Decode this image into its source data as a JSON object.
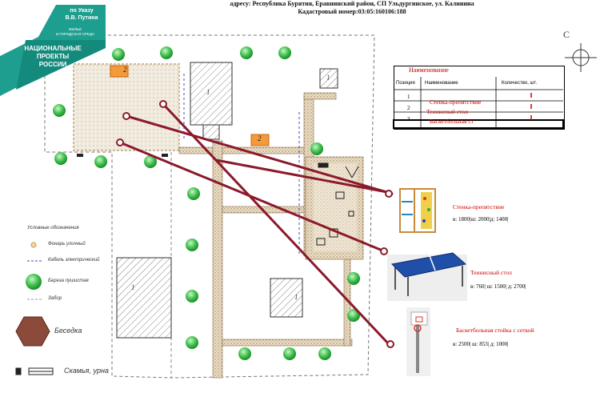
{
  "header": {
    "line1": "адресу: Республика Бурятия, Еравнинский район, СП Ульдургинское, ул. Калинина",
    "line2": "Кадастровый номер:03:05:160106:188"
  },
  "badge": {
    "top1": "по Указу",
    "top2": "В.В. Путина",
    "sub1": "ЖИЛЬЕ",
    "sub2": "И ГОРОДСКАЯ СРЕДА",
    "main1": "НАЦИОНАЛЬНЫЕ",
    "main2": "ПРОЕКТЫ",
    "main3": "РОССИИ"
  },
  "compass": {
    "letter": "С"
  },
  "table": {
    "title": "Наименование",
    "headers": [
      "Позиция",
      "Наименование",
      "Количество, шт."
    ],
    "rows": [
      {
        "pos": "1",
        "name": "Стенка-препятствие"
      },
      {
        "pos": "2",
        "name": "Теннисный стол"
      },
      {
        "pos": "3",
        "name": "Баскетбольная ст"
      }
    ]
  },
  "buildings": [
    "1",
    "1",
    "1",
    "1",
    "1"
  ],
  "markers": [
    "2",
    "2"
  ],
  "legend": {
    "title": "Условные обозначения",
    "items": [
      "Фонарь уличный",
      "Кабель электрический",
      "Береза пушистая",
      "Забор"
    ],
    "gazebo": "Беседка",
    "bench": "Скамья, урна"
  },
  "equipment": [
    {
      "label": "Стенка-препятствие",
      "dims": "в: 1800|ш: 2000|д: 1400|"
    },
    {
      "label": "Теннисный стол",
      "dims": "в: 760| ш: 1500| д: 2700|"
    },
    {
      "label": "Баскетбольная стойка с сеткой",
      "dims": "в: 2500| ш: 853| д: 1000|"
    }
  ],
  "colors": {
    "callout": "#8b1a2b",
    "path": "#8a6a4a",
    "tree": "#3cbf4a",
    "red": "#c00000",
    "badge": "#1e9e8e"
  }
}
